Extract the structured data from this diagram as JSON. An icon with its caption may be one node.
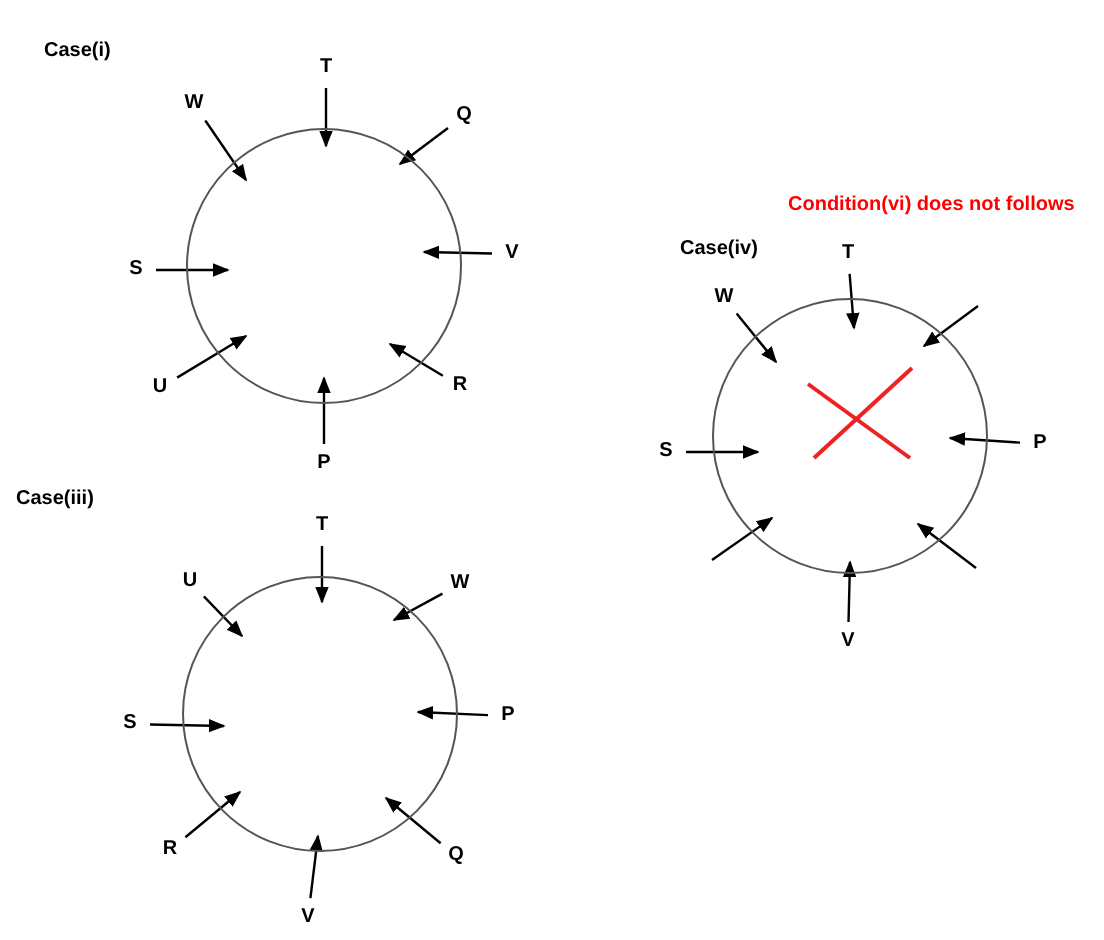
{
  "diagram": {
    "nodes": [
      {
        "text": [],
        "shape": "circle"
      },
      {
        "text": [
          "T"
        ]
      },
      {
        "text": [
          "W"
        ]
      },
      {
        "text": [
          "Q"
        ]
      },
      {
        "text": [
          "S"
        ]
      },
      {
        "text": [
          "V"
        ]
      },
      {
        "text": [
          "U"
        ]
      },
      {
        "text": [
          "R"
        ]
      },
      {
        "text": [
          "P"
        ]
      },
      {
        "text": [],
        "shape": "circle"
      },
      {
        "text": [
          "T"
        ]
      },
      {
        "text": [
          "W"
        ]
      },
      {
        "text": [
          "S"
        ]
      },
      {
        "text": [
          "P"
        ]
      },
      {
        "text": [
          "V"
        ]
      },
      {
        "text": [],
        "shape": "circle"
      },
      {
        "text": [
          "T"
        ]
      },
      {
        "text": [
          "U"
        ]
      },
      {
        "text": [
          "W"
        ]
      },
      {
        "text": [
          "S"
        ]
      },
      {
        "text": [
          "P"
        ]
      },
      {
        "text": [
          "R"
        ]
      },
      {
        "text": [
          "Q"
        ]
      },
      {
        "text": [
          "V"
        ]
      }
    ],
    "edges": [
      {
        "from": 1,
        "to": 0,
        "arrow": "to"
      },
      {
        "from": 2,
        "to": 0,
        "arrow": "to"
      },
      {
        "from": 3,
        "to": 0,
        "arrow": "to"
      },
      {
        "from": 4,
        "to": 0,
        "arrow": "to"
      },
      {
        "from": 5,
        "to": 0,
        "arrow": "to"
      },
      {
        "from": 6,
        "to": 0,
        "arrow": "to"
      },
      {
        "from": 7,
        "to": 0,
        "arrow": "to"
      },
      {
        "from": 8,
        "to": 0,
        "arrow": "to"
      },
      {
        "from": 10,
        "to": 9,
        "arrow": "to"
      },
      {
        "from": 11,
        "to": 9,
        "arrow": "to"
      },
      {
        "from": null,
        "to": 9,
        "arrow": "to"
      },
      {
        "from": 12,
        "to": 9,
        "arrow": "to"
      },
      {
        "from": 13,
        "to": 9,
        "arrow": "to"
      },
      {
        "from": null,
        "to": 9,
        "arrow": "to"
      },
      {
        "from": 14,
        "to": 9,
        "arrow": "to"
      },
      {
        "from": null,
        "to": 9,
        "arrow": "to"
      },
      {
        "from": 16,
        "to": 15,
        "arrow": "to"
      },
      {
        "from": 17,
        "to": 15,
        "arrow": "to"
      },
      {
        "from": 18,
        "to": 15,
        "arrow": "to"
      },
      {
        "from": 19,
        "to": 15,
        "arrow": "to"
      },
      {
        "from": 20,
        "to": 15,
        "arrow": "to"
      },
      {
        "from": 21,
        "to": 15,
        "arrow": "to"
      },
      {
        "from": 22,
        "to": 15,
        "arrow": "to"
      },
      {
        "from": 23,
        "to": 15,
        "arrow": "to"
      }
    ],
    "labels": [
      "Case(i)",
      "Condition(vi) does not follows",
      "Case(iv)",
      "Case(iii)"
    ]
  }
}
